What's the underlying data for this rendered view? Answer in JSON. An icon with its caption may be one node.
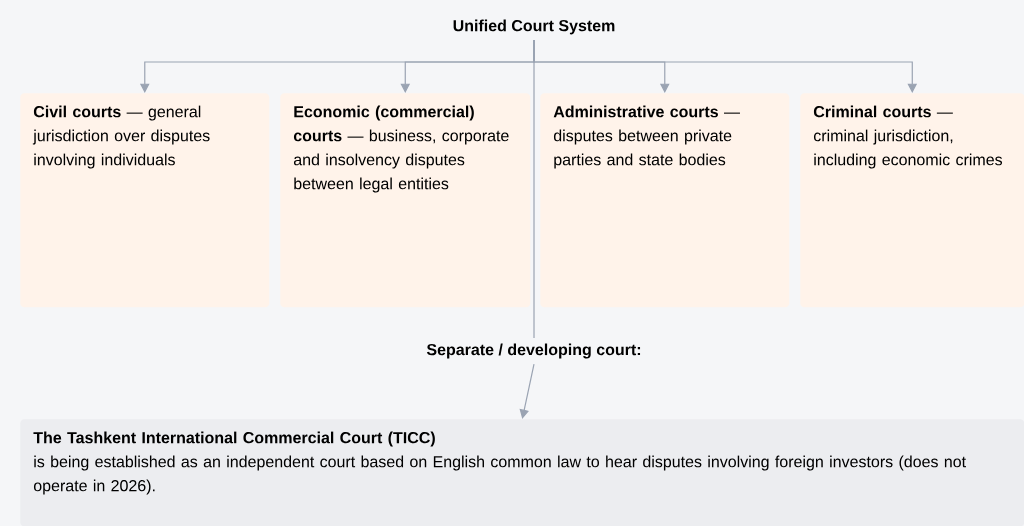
{
  "diagram": {
    "nodes": [
      {
        "text": [
          "Unified Court System"
        ]
      },
      {
        "text": [
          "**Civil courts** — general jurisdiction over disputes involving individuals"
        ]
      },
      {
        "text": [
          "**Economic (commercial) courts** — business, corporate and insolvency disputes between legal entities"
        ]
      },
      {
        "text": [
          "**Administrative courts** — disputes between private parties and state bodies"
        ]
      },
      {
        "text": [
          "**Criminal courts** — criminal jurisdiction, including economic crimes"
        ]
      },
      {
        "text": [
          "Separate / developing court:"
        ]
      },
      {
        "text": [
          "The Tashkent International Commercial Court (TICC)",
          "is being established as an independent court based on English common law to hear disputes involving foreign investors (does not operate in 2026)."
        ]
      }
    ],
    "edges": [
      {
        "from": 0,
        "to": 1,
        "arrow": "to"
      },
      {
        "from": 0,
        "to": 2,
        "arrow": "to"
      },
      {
        "from": 0,
        "to": 3,
        "arrow": "to"
      },
      {
        "from": 0,
        "to": 4,
        "arrow": "to"
      },
      {
        "from": 0,
        "to": 5,
        "arrow": "none"
      },
      {
        "from": 5,
        "to": 6,
        "arrow": "to"
      }
    ]
  }
}
